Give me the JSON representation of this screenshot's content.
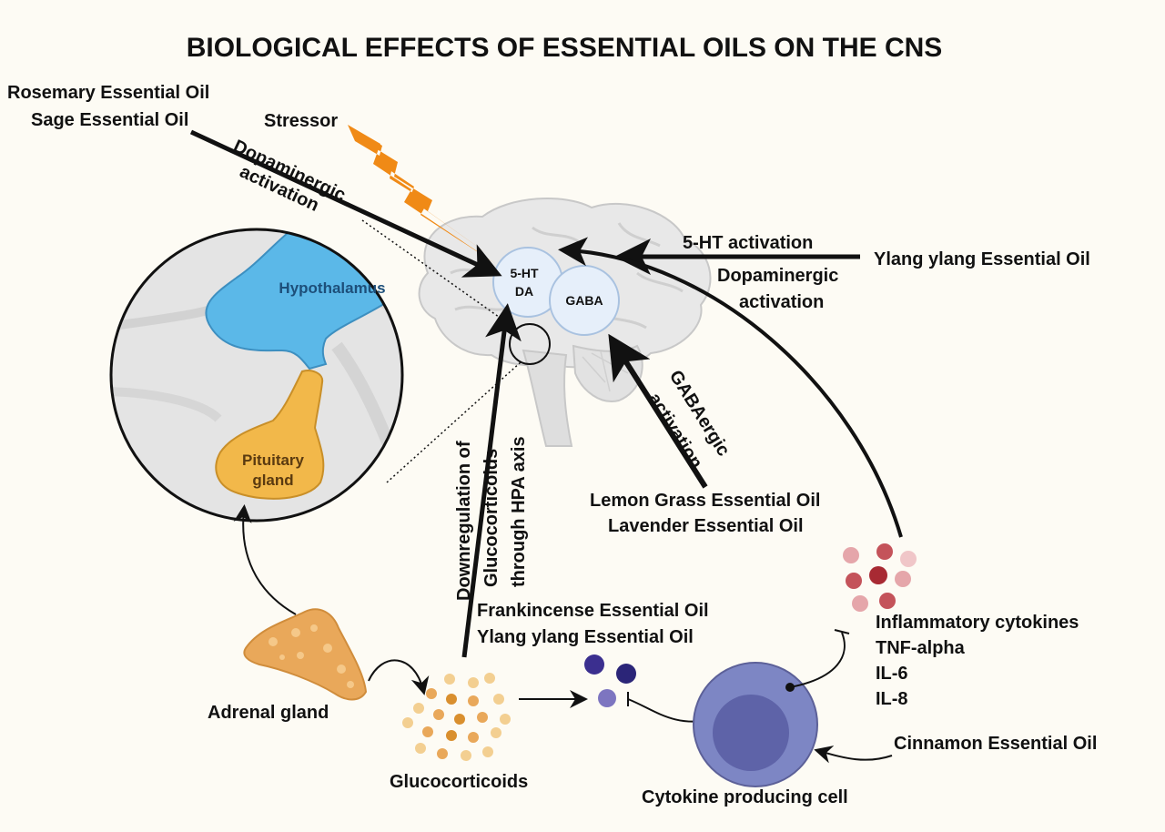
{
  "title": "BIOLOGICAL EFFECTS OF ESSENTIAL OILS ON THE CNS",
  "oils": {
    "rosemary": "Rosemary Essential Oil",
    "sage": "Sage Essential Oil",
    "ylang_top": "Ylang ylang Essential Oil",
    "lemongrass": "Lemon Grass Essential Oil",
    "lavender": "Lavender Essential Oil",
    "frankincense": "Frankincense Essential Oil",
    "ylang_bottom": "Ylang ylang Essential Oil",
    "cinnamon": "Cinnamon Essential Oil"
  },
  "labels": {
    "stressor": "Stressor",
    "dopa_left_1": "Dopaminergic",
    "dopa_left_2": "activation",
    "ht_activation": "5-HT activation",
    "dopa_right_1": "Dopaminergic",
    "dopa_right_2": "activation",
    "gaba_1": "GABAergic",
    "gaba_2": "activation",
    "hpa_1": "Downregulation of",
    "hpa_2": "Glucocorticoids",
    "hpa_3": "through HPA axis",
    "ht_circle_1": "5-HT",
    "ht_circle_2": "DA",
    "gaba_circle": "GABA",
    "hypothalamus": "Hypothalamus",
    "pituitary_1": "Pituitary",
    "pituitary_2": "gland",
    "adrenal": "Adrenal gland",
    "glucocorticoids": "Glucocorticoids",
    "cytokines_title": "Inflammatory cytokines",
    "tnf": "TNF-alpha",
    "il6": "IL-6",
    "il8": "IL-8",
    "cytokine_cell": "Cytokine producing cell"
  },
  "colors": {
    "hypothalamus": "#5bb8e8",
    "pituitary": "#f2b84a",
    "stressor": "#f08a16",
    "adrenal": "#e9a85a",
    "cell_outer": "#7d86c4",
    "cell_inner": "#5e63a8",
    "nt_circle": "#e6effa",
    "receptor_ball": "#3b2f8f",
    "cytokine_dark": "#a82a33",
    "cytokine_light": "#e5a6aa"
  }
}
